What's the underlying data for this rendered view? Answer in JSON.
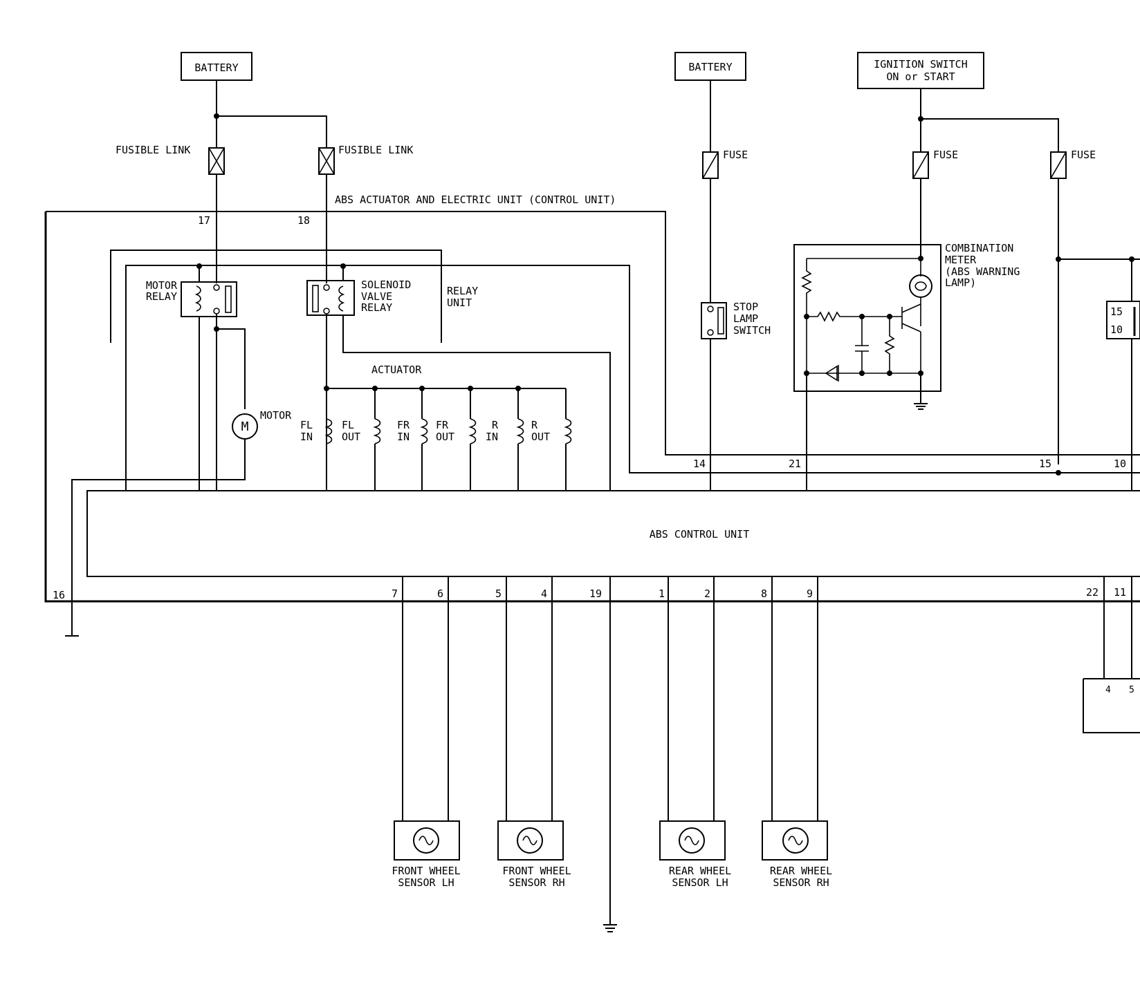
{
  "labels": {
    "battery_left": "BATTERY",
    "battery_mid": "BATTERY",
    "ignition_line1": "IGNITION SWITCH",
    "ignition_line2": "ON or START",
    "fusible_link_1": "FUSIBLE LINK",
    "fusible_link_2": "FUSIBLE LINK",
    "fuse_1": "FUSE",
    "fuse_2": "FUSE",
    "fuse_3": "FUSE",
    "actuator_unit": "ABS ACTUATOR AND ELECTRIC UNIT (CONTROL UNIT)",
    "motor_relay_1": "MOTOR",
    "motor_relay_2": "RELAY",
    "solenoid_1": "SOLENOID",
    "solenoid_2": "VALVE",
    "solenoid_3": "RELAY",
    "relay_unit_1": "RELAY",
    "relay_unit_2": "UNIT",
    "actuator": "ACTUATOR",
    "motor": "MOTOR",
    "stop_lamp_1": "STOP",
    "stop_lamp_2": "LAMP",
    "stop_lamp_3": "SWITCH",
    "comb_meter_1": "COMBINATION",
    "comb_meter_2": "METER",
    "comb_meter_3": "(ABS WARNING",
    "comb_meter_4": "LAMP)",
    "abs_control_unit": "ABS CONTROL UNIT",
    "sensor_fl_1": "FRONT WHEEL",
    "sensor_fl_2": "SENSOR LH",
    "sensor_fr_1": "FRONT WHEEL",
    "sensor_fr_2": "SENSOR RH",
    "sensor_rl_1": "REAR WHEEL",
    "sensor_rl_2": "SENSOR LH",
    "sensor_rr_1": "REAR WHEEL",
    "sensor_rr_2": "SENSOR RH"
  },
  "solenoids": [
    {
      "top": "FL",
      "bottom": "IN"
    },
    {
      "top": "FL",
      "bottom": "OUT"
    },
    {
      "top": "FR",
      "bottom": "IN"
    },
    {
      "top": "FR",
      "bottom": "OUT"
    },
    {
      "top": "R",
      "bottom": "IN"
    },
    {
      "top": "R",
      "bottom": "OUT"
    }
  ],
  "pins": {
    "p17": "17",
    "p18": "18",
    "p14": "14",
    "p21": "21",
    "p15": "15",
    "p10": "10",
    "p16": "16",
    "p7": "7",
    "p6": "6",
    "p5": "5",
    "p4": "4",
    "p19": "19",
    "p1": "1",
    "p2": "2",
    "p8": "8",
    "p9": "9",
    "p22": "22",
    "p11": "11",
    "conn_15": "15",
    "conn_10": "10",
    "conn_4": "4",
    "conn_5": "5"
  }
}
